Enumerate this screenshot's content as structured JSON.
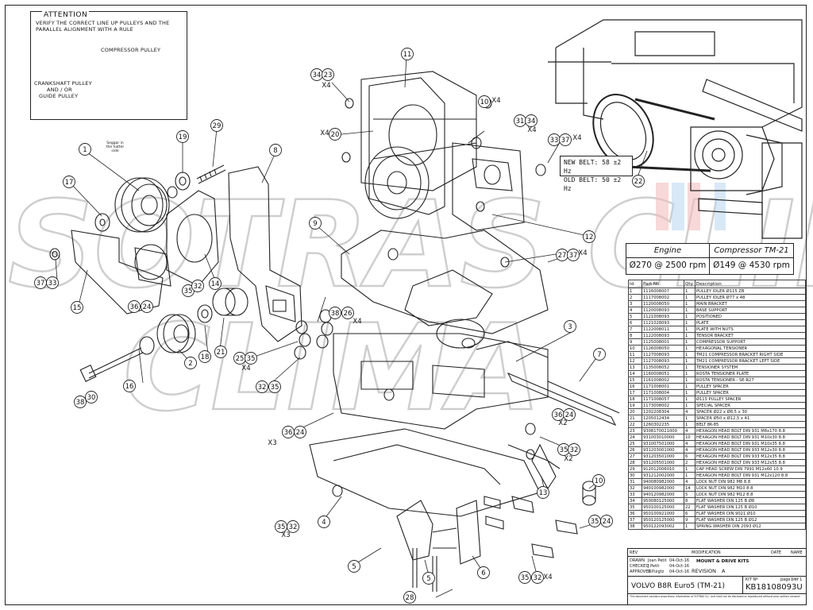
{
  "attention": {
    "title": "ATTENTION",
    "line1": "VERIFY THE CORRECT LINE UP PULLEYS AND THE",
    "line2": "PARALLEL ALIGNMENT WITH A RULE",
    "compressor_label": "COMPRESSOR PULLEY",
    "crank_line1": "CRANKSHAFT PULLEY",
    "crank_line2": "AND / OR",
    "crank_line3": "GUIDE PULLEY"
  },
  "belt_note": {
    "new_belt": "NEW BELT: 58 ±2 Hz",
    "old_belt": "OLD BELT: 50 ±2 Hz"
  },
  "hole_note": "Seggar in the hatter side",
  "watermark": "SOTRAS CLIMA",
  "performance": {
    "engine_header": "Engine",
    "compressor_header": "Compressor TM-21",
    "engine_value": "Ø270 @ 2500 rpm",
    "compressor_value": "Ø149 @ 4530 rpm"
  },
  "bom": {
    "headers": [
      "Id.",
      "Part No.",
      "Qty.",
      "Description"
    ],
    "rows": [
      [
        "1",
        "1116008007",
        "1",
        "PULLEY IDLER Ø115 ZB"
      ],
      [
        "2",
        "1117008002",
        "1",
        "PULLEY IDLER Ø77 x 48"
      ],
      [
        "3",
        "1120008050",
        "1",
        "MAIN BRACKET"
      ],
      [
        "4",
        "1120008093",
        "1",
        "BASE SUPPORT"
      ],
      [
        "5",
        "1121008093",
        "1",
        "POSITIONED"
      ],
      [
        "6",
        "1121028093",
        "1",
        "PLATE"
      ],
      [
        "7",
        "1122008011",
        "1",
        "PLATE WITH NUTS"
      ],
      [
        "8",
        "1122008093",
        "1",
        "TENSOR BRACKET"
      ],
      [
        "9",
        "1125008001",
        "1",
        "COMPRESSOR SUPPORT"
      ],
      [
        "10",
        "1126008050",
        "1",
        "HEXAGONAL TENSIONER"
      ],
      [
        "11",
        "1127008093",
        "1",
        "TM21 COMPRESSOR BRACKET RIGHT SIDE"
      ],
      [
        "12",
        "1127008093",
        "1",
        "TM21 COMPRESSOR BRACKET LEFT SIDE"
      ],
      [
        "13",
        "1135008052",
        "1",
        "TENSIONER SYSTEM"
      ],
      [
        "14",
        "1160008051",
        "1",
        "ROSTA TENSIONER PLATE"
      ],
      [
        "15",
        "1161008002",
        "1",
        "ROSTA TENSIONER - SE-R27"
      ],
      [
        "16",
        "1171008001",
        "1",
        "PULLEY SPACER"
      ],
      [
        "17",
        "1171008004",
        "1",
        "PULLEY SPACER"
      ],
      [
        "18",
        "1171008057",
        "1",
        "Ø115 PULLEY SPACER"
      ],
      [
        "19",
        "1173008002",
        "1",
        "SPECIAL SPACER"
      ],
      [
        "20",
        "1202208304",
        "4",
        "SPACER Ø22 x Ø8,5 x 30"
      ],
      [
        "21",
        "1205012434",
        "1",
        "SPACER Ø50 x Ø12,5 x 41"
      ],
      [
        "22",
        "1260302235",
        "1",
        "BELT 8K-85"
      ],
      [
        "23",
        "9308170021000",
        "4",
        "HEXAGON HEAD BOLT DIN 931 M8x170 8.8"
      ],
      [
        "24",
        "931003010000",
        "10",
        "HEXAGON HEAD BOLT DIN 931 M10x30 8.8"
      ],
      [
        "25",
        "931007501000",
        "4",
        "HEXAGON HEAD BOLT DIN 931 M10x35 8.8"
      ],
      [
        "26",
        "931203001000",
        "4",
        "HEXAGON HEAD BOLT DIN 933 M12x30 8.8"
      ],
      [
        "27",
        "931203501000",
        "6",
        "HEXAGON HEAD BOLT DIN 933 M12x35 8.8"
      ],
      [
        "28",
        "931205501000",
        "2",
        "HEXAGON HEAD BOLT DIN 933 M12x55 8.8"
      ],
      [
        "29",
        "912012006010",
        "1",
        "CAP HEAD SCREW DIN 7991 M12x60 10.9"
      ],
      [
        "30",
        "931212002000",
        "1",
        "HEXAGON HEAD BOLT DIN 931 M12x120 8.8"
      ],
      [
        "31",
        "940080982000",
        "4",
        "LOCK NUT DIN 982 M8 8.8"
      ],
      [
        "32",
        "940100982000",
        "14",
        "LOCK NUT DIN 982 M10 8.8"
      ],
      [
        "33",
        "940120982000",
        "5",
        "LOCK NUT DIN 982 M12 8.8"
      ],
      [
        "34",
        "950080125000",
        "8",
        "FLAT WASHER DIN 125 B Ø8"
      ],
      [
        "35",
        "950100125000",
        "22",
        "FLAT WASHER DIN 125 B Ø10"
      ],
      [
        "36",
        "950100921000",
        "6",
        "FLAT WASHER DIN 9021 Ø10"
      ],
      [
        "37",
        "950120125000",
        "9",
        "FLAT WASHER DIN 125 B Ø12"
      ],
      [
        "38",
        "950122093002",
        "1",
        "SPRING WASHER DIN 2093 Ø12"
      ]
    ]
  },
  "title_block": {
    "rev": "REV",
    "modification": "MODIFICATION",
    "date": "DATE",
    "name": "NAME",
    "drawn": "DRAWN",
    "checked": "CHECKED",
    "approved": "APPROVED",
    "drawn_by": "Joan Petit",
    "checked_by": "J.Petit",
    "approved_by": "X.Puigtz",
    "drawn_date": "04-Oct-16",
    "checked_date": "04-Oct-16",
    "approved_date": "04-Oct-16",
    "kits_label": "MOUNT & DRIVE KITS",
    "revision_label": "REVISION",
    "revision": "A",
    "title": "VOLVO B8R Euro5 (TM-21)",
    "kit_label": "KIT Nº",
    "kit_no": "KB18108093U",
    "page_label": "page nº",
    "page": "1 of 1",
    "footer": "This document contains proprietary information of SOTRAS S.L. and shall not be disclosed or reproduced without prior written consent."
  },
  "callouts": {
    "c1": "1",
    "c2": "2",
    "c3": "3",
    "c4": "4",
    "c5": "5",
    "c6": "6",
    "c7": "7",
    "c8": "8",
    "c9": "9",
    "c10": "10",
    "c11": "11",
    "c12": "12",
    "c13": "13",
    "c14": "14",
    "c15": "15",
    "c16": "16",
    "c17": "17",
    "c18": "18",
    "c19": "19",
    "c20": "20",
    "c21": "21",
    "c22": "22",
    "c23": "23",
    "c24": "24",
    "c25": "25",
    "c26": "26",
    "c27": "27",
    "c28": "28",
    "c29": "29",
    "c30": "30",
    "c31": "31",
    "c32": "32",
    "c33": "33",
    "c34": "34",
    "c35": "35",
    "c36": "36",
    "c37": "37",
    "c38": "38",
    "x4": "X4",
    "x3": "X3",
    "x2": "X2"
  }
}
